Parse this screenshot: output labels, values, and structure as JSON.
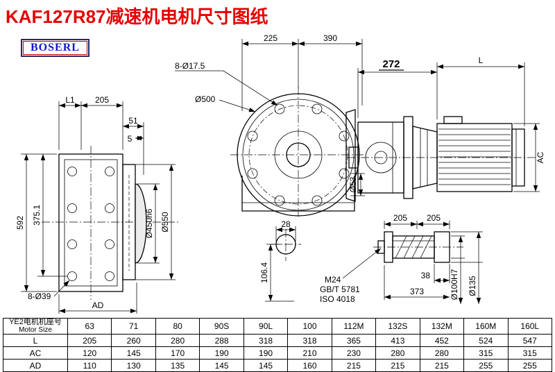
{
  "title": "KAF127R87减速机电机尺寸图纸",
  "brand": "BOSERL",
  "colors": {
    "title_red": "#e60000",
    "brand_blue": "#1616c8",
    "line": "#000000"
  },
  "left_view": {
    "dim_l1": "L1",
    "dim_205": "205",
    "dim_51": "51",
    "dim_5": "5",
    "dim_592": "592",
    "dim_375": "375.1",
    "dim_holes": "8-Ø39",
    "dim_ad": "AD",
    "dim_d450": "Ø450h6",
    "dim_d550": "Ø550"
  },
  "front_view": {
    "dim_holes": "8-Ø17.5",
    "dim_d500": "Ø500",
    "dim_225": "225",
    "dim_390": "390",
    "dim_d53": "Ø53",
    "dim_28": "28",
    "dim_106": "106.4"
  },
  "side_view": {
    "dim_272": "272",
    "dim_l": "L",
    "dim_ac": "AC"
  },
  "shaft_view": {
    "dim_205a": "205",
    "dim_205b": "205",
    "dim_38": "38",
    "dim_373": "373",
    "label_m24": "M24",
    "label_gbt": "GB/T 5781",
    "label_iso": "ISO 4018",
    "dim_d100": "Ø100H7",
    "dim_d135": "Ø135"
  },
  "table": {
    "size_label_cn": "YE2电机机座号",
    "size_label_en": "Motor Size",
    "columns": [
      "63",
      "71",
      "80",
      "90S",
      "90L",
      "100",
      "112M",
      "132S",
      "132M",
      "160M",
      "160L"
    ],
    "rows": [
      {
        "label": "L",
        "values": [
          "205",
          "260",
          "280",
          "288",
          "318",
          "318",
          "365",
          "413",
          "452",
          "524",
          "547"
        ]
      },
      {
        "label": "AC",
        "values": [
          "120",
          "145",
          "170",
          "190",
          "190",
          "210",
          "230",
          "280",
          "280",
          "315",
          "315"
        ]
      },
      {
        "label": "AD",
        "values": [
          "110",
          "130",
          "135",
          "145",
          "145",
          "160",
          "215",
          "215",
          "215",
          "255",
          "255"
        ]
      }
    ]
  }
}
